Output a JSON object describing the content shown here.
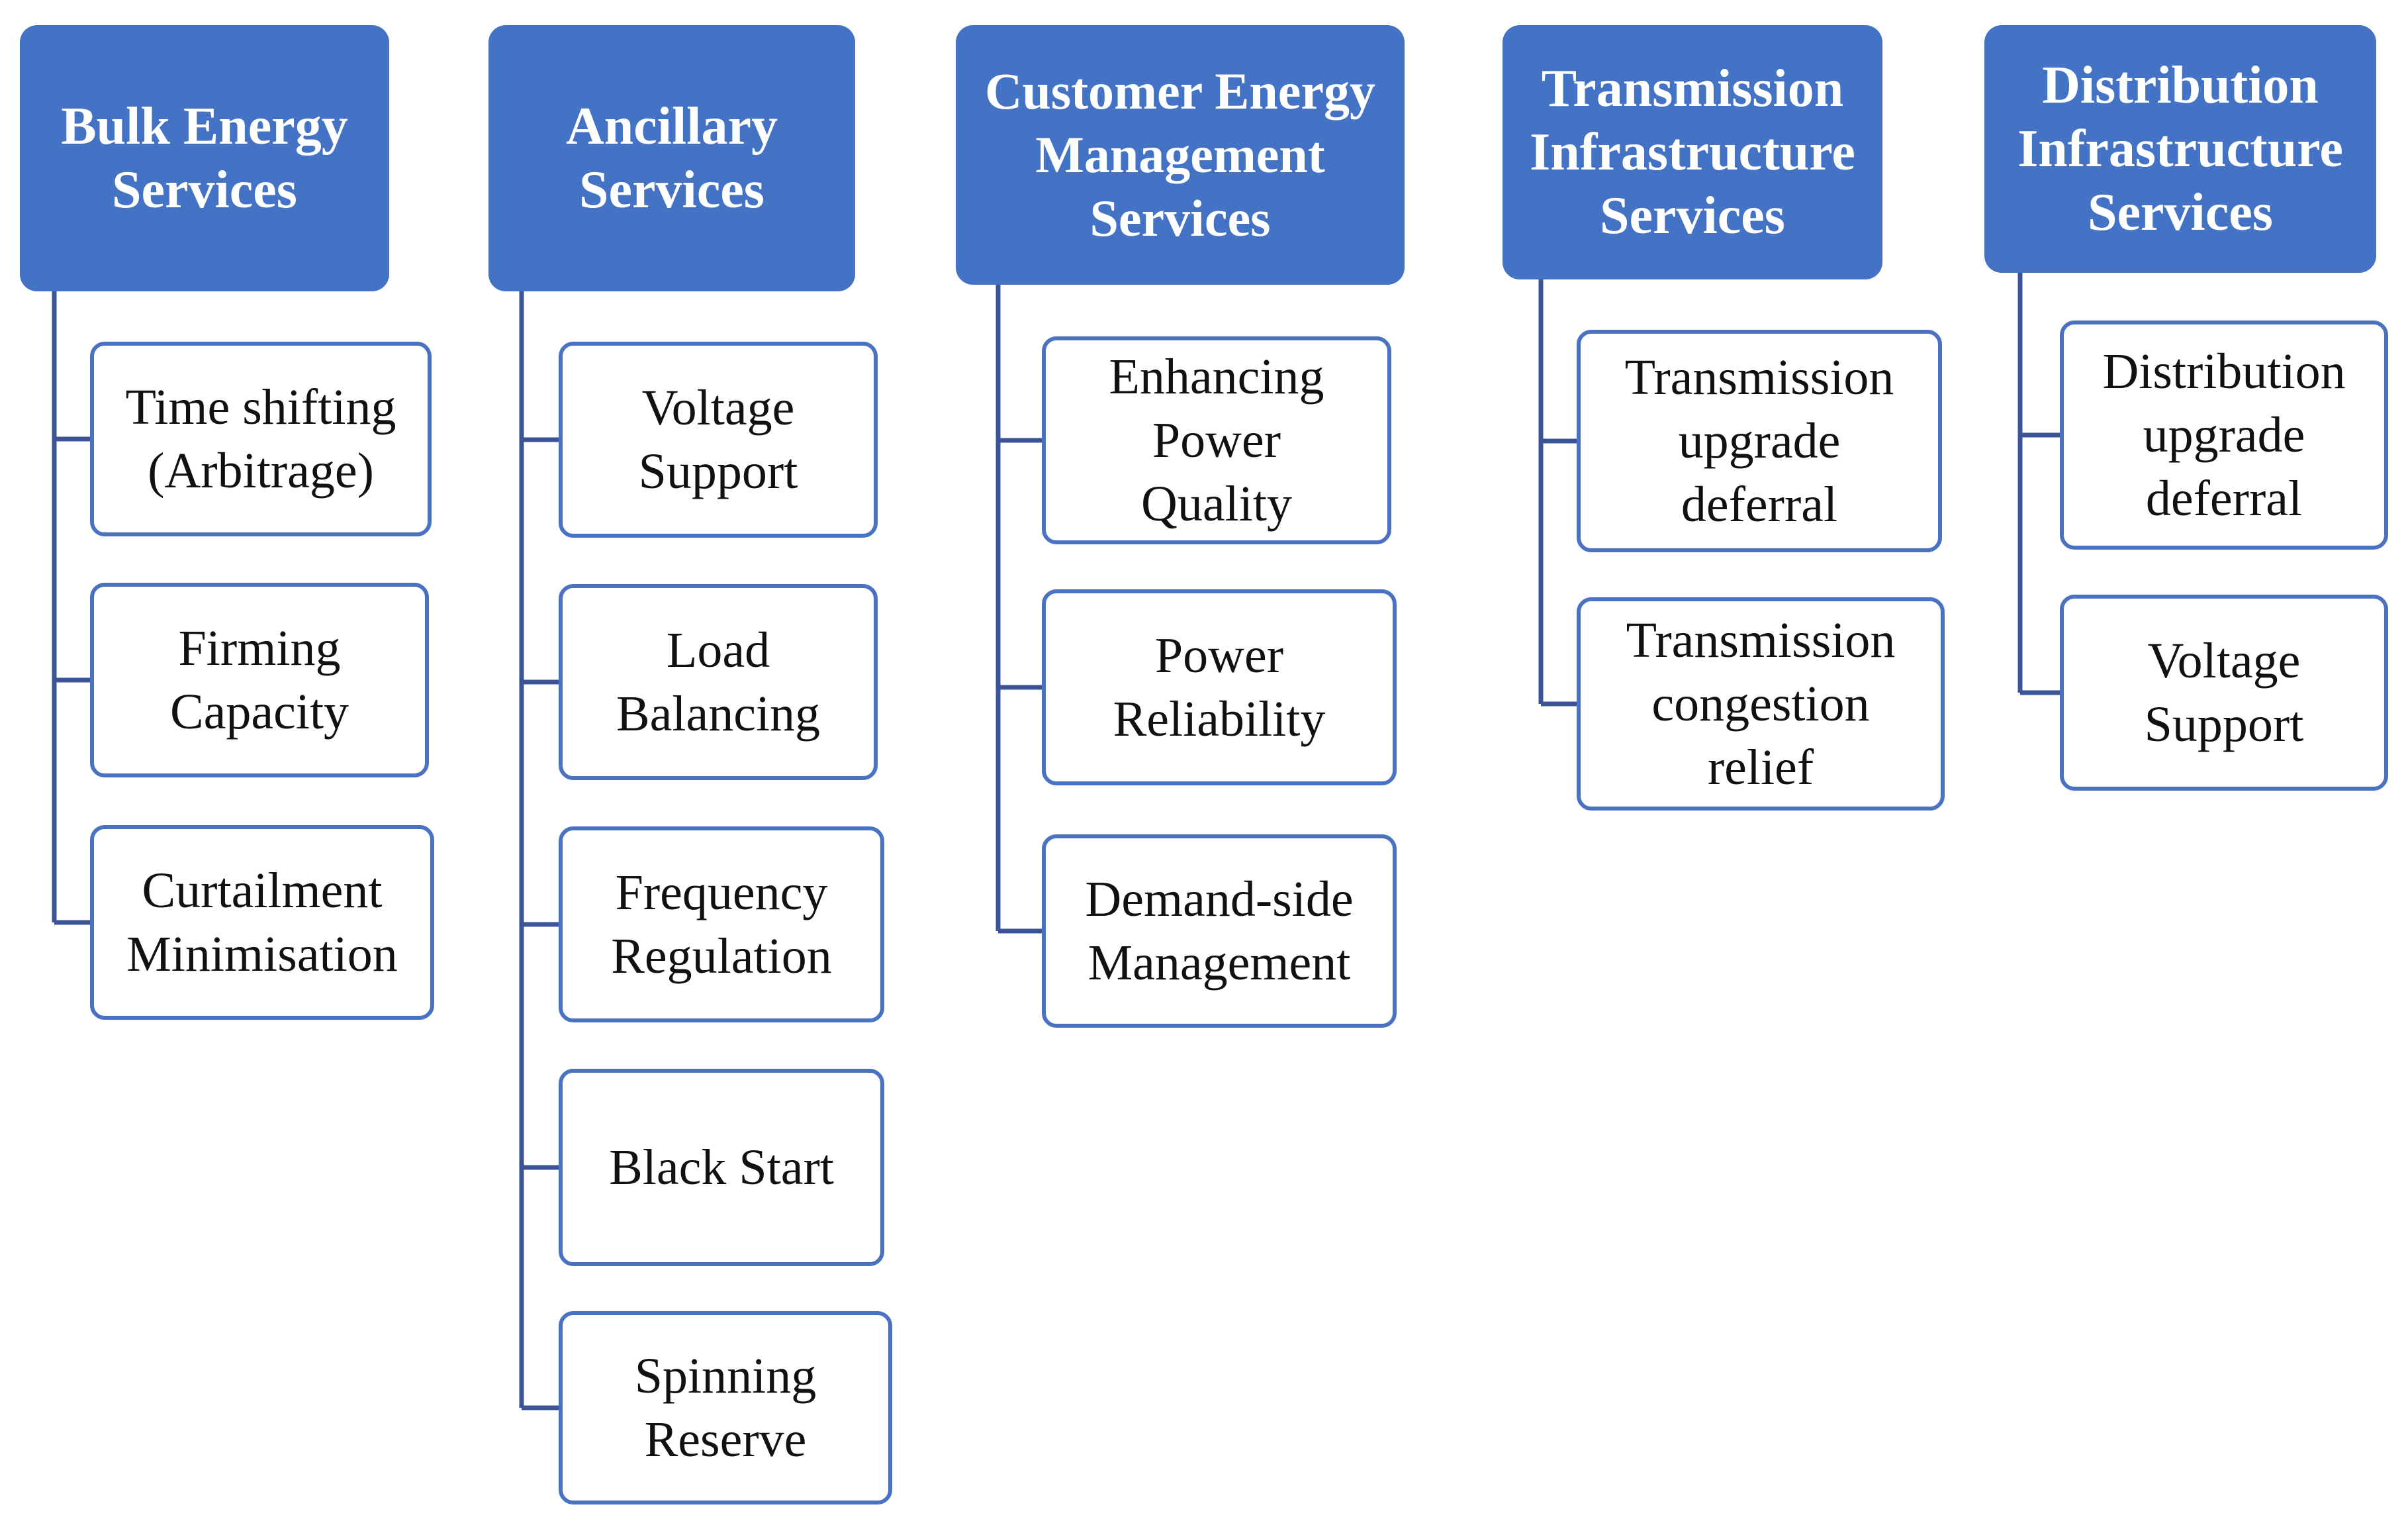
{
  "colors": {
    "header_fill": "#4472c4",
    "header_text": "#ffffff",
    "connector": "#3b5497",
    "child_border": "#4a72c2"
  },
  "columns": [
    {
      "id": "bulk",
      "title": "Bulk Energy\nServices",
      "items": [
        "Time shifting\n(Arbitrage)",
        "Firming\nCapacity",
        "Curtailment\nMinimisation"
      ]
    },
    {
      "id": "ancillary",
      "title": "Ancillary\nServices",
      "items": [
        "Voltage\nSupport",
        "Load\nBalancing",
        "Frequency\nRegulation",
        "Black Start",
        "Spinning\nReserve"
      ]
    },
    {
      "id": "customer",
      "title": "Customer Energy\nManagement\nServices",
      "items": [
        "Enhancing\nPower\nQuality",
        "Power\nReliability",
        "Demand-side\nManagement"
      ]
    },
    {
      "id": "transmission",
      "title": "Transmission\nInfrastructure\nServices",
      "items": [
        "Transmission\nupgrade\ndeferral",
        "Transmission\ncongestion\nrelief"
      ]
    },
    {
      "id": "distribution",
      "title": "Distribution\nInfrastructure\nServices",
      "items": [
        "Distribution\nupgrade\ndeferral",
        "Voltage\nSupport"
      ]
    }
  ]
}
